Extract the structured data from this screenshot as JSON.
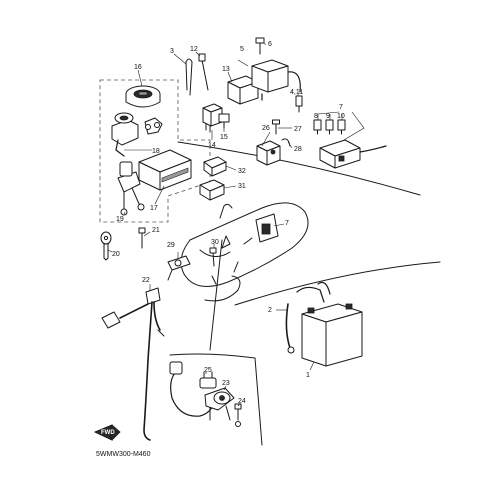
{
  "diagram_code": "5WMW300-M460",
  "forward_arrow_label": "FWD",
  "callouts": {
    "c1": "1",
    "c2": "2",
    "c3": "3",
    "c4_11": "4,11",
    "c5": "5",
    "c6": "6",
    "c7a": "7",
    "c7b": "7",
    "c8": "8",
    "c9": "9",
    "c10": "10",
    "c12": "12",
    "c13": "13",
    "c14": "14",
    "c15": "15",
    "c16": "16",
    "c17": "17",
    "c18": "18",
    "c19": "19",
    "c20": "20",
    "c21": "21",
    "c22": "22",
    "c23": "23",
    "c24": "24",
    "c25": "25",
    "c26": "26",
    "c27": "27",
    "c28": "28",
    "c29": "29",
    "c30": "30",
    "c31": "31",
    "c32": "32"
  }
}
